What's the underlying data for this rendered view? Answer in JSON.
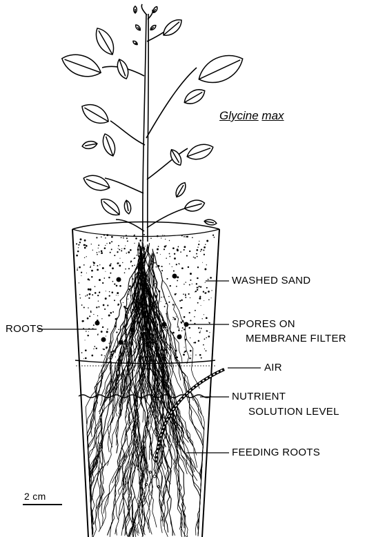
{
  "species": {
    "genus": "Glycine",
    "epithet": "max"
  },
  "labels": {
    "washed_sand": "WASHED SAND",
    "roots": "ROOTS",
    "spores_line1": "SPORES ON",
    "spores_line2": "MEMBRANE FILTER",
    "air": "AIR",
    "nutrient_line1": "NUTRIENT",
    "nutrient_line2": "SOLUTION LEVEL",
    "feeding_roots": "FEEDING ROOTS"
  },
  "scale_bar": {
    "label": "2 cm"
  },
  "colors": {
    "ink": "#000000",
    "paper": "#ffffff"
  }
}
